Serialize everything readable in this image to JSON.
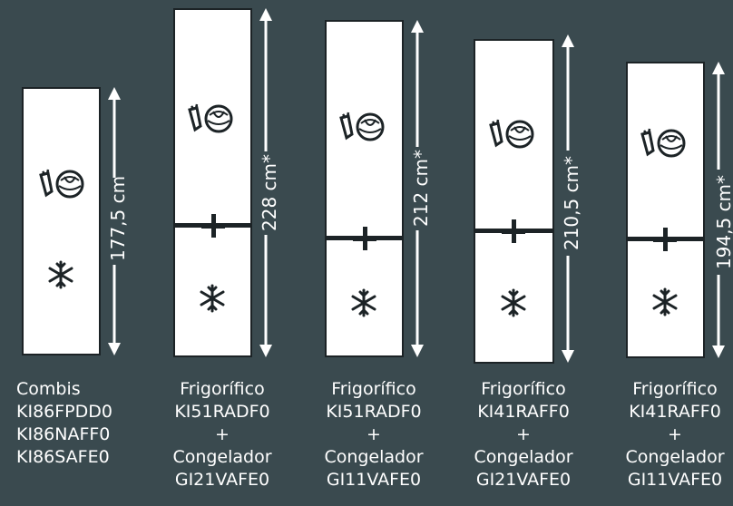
{
  "units": [
    {
      "dimension": "177,5 cm",
      "caption": [
        "Combis",
        "KI86FPDD0",
        "KI86NAFF0",
        "KI86SAFE0"
      ],
      "has_divider": false
    },
    {
      "dimension": "228 cm*",
      "caption": [
        "Frigorífico",
        "KI51RADF0",
        "+",
        "Congelador",
        "GI21VAFE0"
      ],
      "has_divider": true
    },
    {
      "dimension": "212 cm*",
      "caption": [
        "Frigorífico",
        "KI51RADF0",
        "+",
        "Congelador",
        "GI11VAFE0"
      ],
      "has_divider": true
    },
    {
      "dimension": "210,5 cm*",
      "caption": [
        "Frigorífico",
        "KI41RAFF0",
        "+",
        "Congelador",
        "GI21VAFE0"
      ],
      "has_divider": true
    },
    {
      "dimension": "194,5 cm*",
      "caption": [
        "Frigorífico",
        "KI41RAFF0",
        "+",
        "Congelador",
        "GI11VAFE0"
      ],
      "has_divider": true
    }
  ],
  "icons": {
    "fridge": "vegetables-icon",
    "freezer": "snowflake-icon"
  },
  "colors": {
    "background": "#3a4a4f",
    "appliance": "#ffffff",
    "outline": "#1c2326",
    "text": "#ffffff"
  }
}
